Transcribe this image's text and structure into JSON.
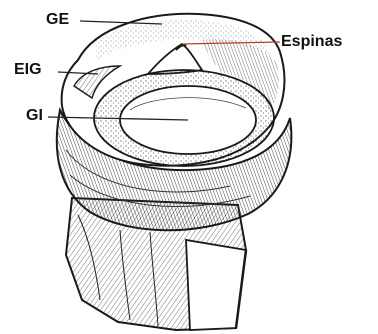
{
  "figure": {
    "labels": {
      "ge": "GE",
      "espinas": "Espinas",
      "eig": "EIG",
      "gi": "GI"
    },
    "colors": {
      "ink": "#1a1a1a",
      "pointer_espinas": "#c0392b",
      "pointer_default": "#222222",
      "background": "#ffffff"
    }
  }
}
